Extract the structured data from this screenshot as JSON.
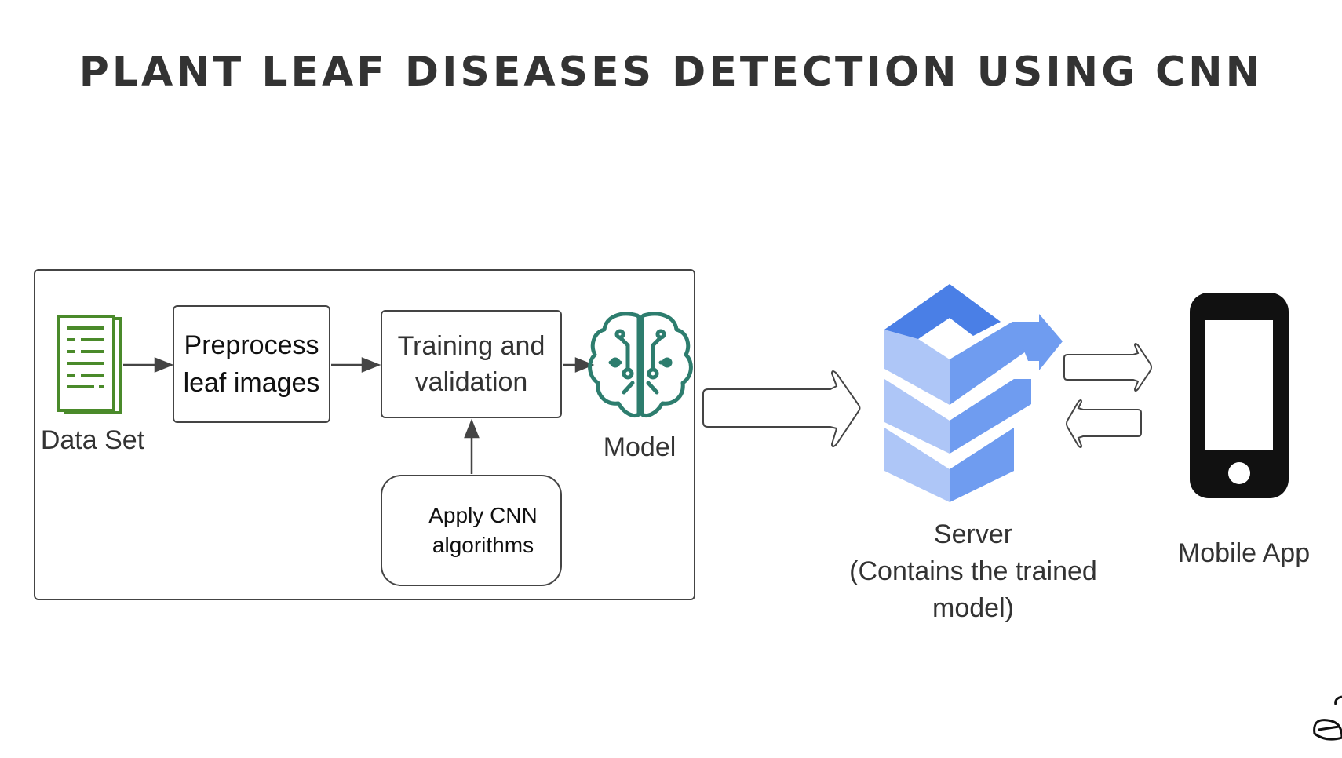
{
  "title": "PLANT LEAF DISEASES DETECTION USING CNN",
  "pipeline": {
    "dataset_label": "Data Set",
    "preprocess_label": "Preprocess\nleaf images",
    "training_label": "Training and\nvalidation",
    "cnn_label": "Apply CNN\nalgorithms",
    "model_label": "Model"
  },
  "server_label": "Server\n(Contains the trained\nmodel)",
  "mobile_label": "Mobile App",
  "colors": {
    "dataset_icon": "#4a8a2a",
    "model_icon": "#2d7d6e",
    "server_dark": "#4a7fe6",
    "server_mid": "#6f9cf0",
    "server_light": "#aec6f7",
    "phone": "#111111"
  },
  "icons": {
    "dataset": "document-list-icon",
    "model": "brain-circuit-icon",
    "server": "cloud-build-icon",
    "mobile": "smartphone-icon",
    "cnn": "network-branch-icon"
  }
}
